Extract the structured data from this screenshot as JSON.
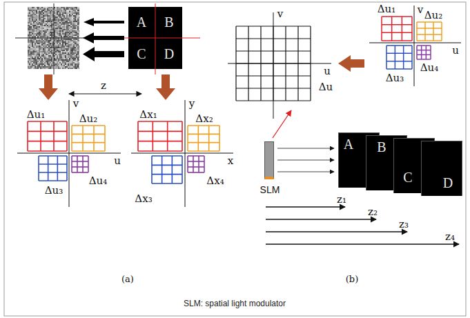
{
  "diagram": {
    "caption": "SLM: spatial light modulator",
    "nodes": [
      {
        "text": [
          "A",
          "B",
          "C",
          "D"
        ]
      },
      {
        "text": [
          "A"
        ]
      },
      {
        "text": [
          "B"
        ]
      },
      {
        "text": [
          "C"
        ]
      },
      {
        "text": [
          "D"
        ]
      },
      {
        "text": [
          "SLM"
        ]
      }
    ],
    "labels": [
      "z",
      "v",
      "u",
      "Δu₁",
      "Δu₂",
      "Δu₃",
      "Δu₄",
      "y",
      "x",
      "Δx₁",
      "Δx₂",
      "Δx₃",
      "Δx₄",
      "(a)",
      "v",
      "u",
      "Δu",
      "v",
      "u",
      "Δu₁",
      "Δu₂",
      "Δu₃",
      "Δu₄",
      "z₁",
      "z₂",
      "z₃",
      "z₄",
      "(b)"
    ]
  }
}
